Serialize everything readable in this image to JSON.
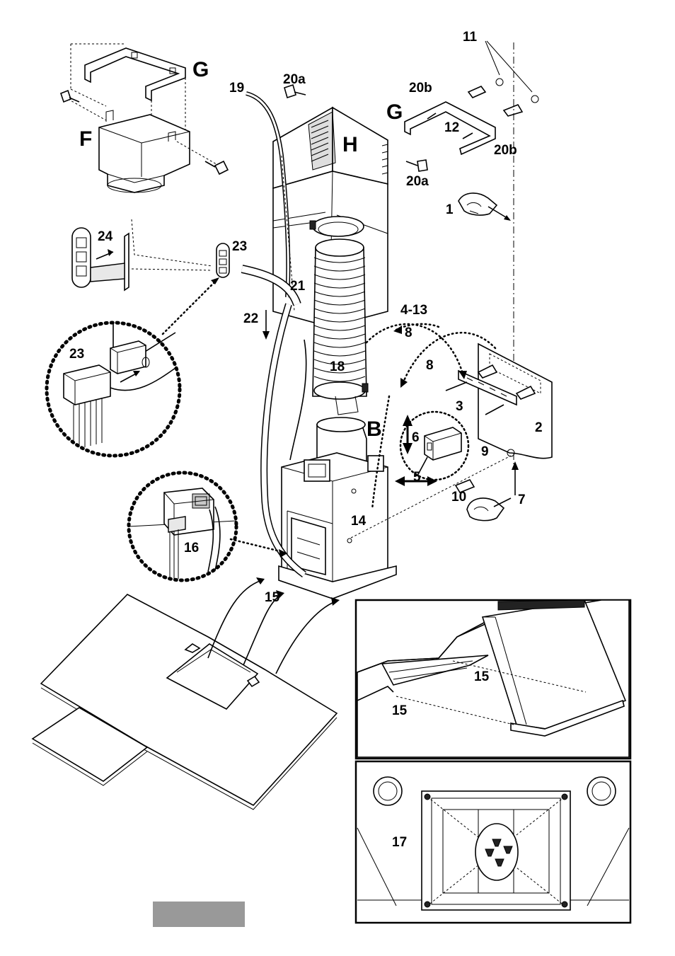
{
  "labels": {
    "G_top": "G",
    "G_right": "G",
    "F": "F",
    "H": "H",
    "B": "B",
    "n11": "11",
    "n19": "19",
    "n20a_top": "20a",
    "n20a_bottom": "20a",
    "n20b_top": "20b",
    "n20b_bottom": "20b",
    "n12": "12",
    "n1": "1",
    "n24": "24",
    "n23_top": "23",
    "n23_zoom": "23",
    "n21": "21",
    "n22": "22",
    "n4_13": "4-13",
    "n8_a": "8",
    "n8_b": "8",
    "n18": "18",
    "n3": "3",
    "n2": "2",
    "n6": "6",
    "n9": "9",
    "n5": "5",
    "n10": "10",
    "n7": "7",
    "n14": "14",
    "n16": "16",
    "n15_main": "15",
    "n15_inset_a": "15",
    "n15_inset_b": "15",
    "n17": "17"
  }
}
